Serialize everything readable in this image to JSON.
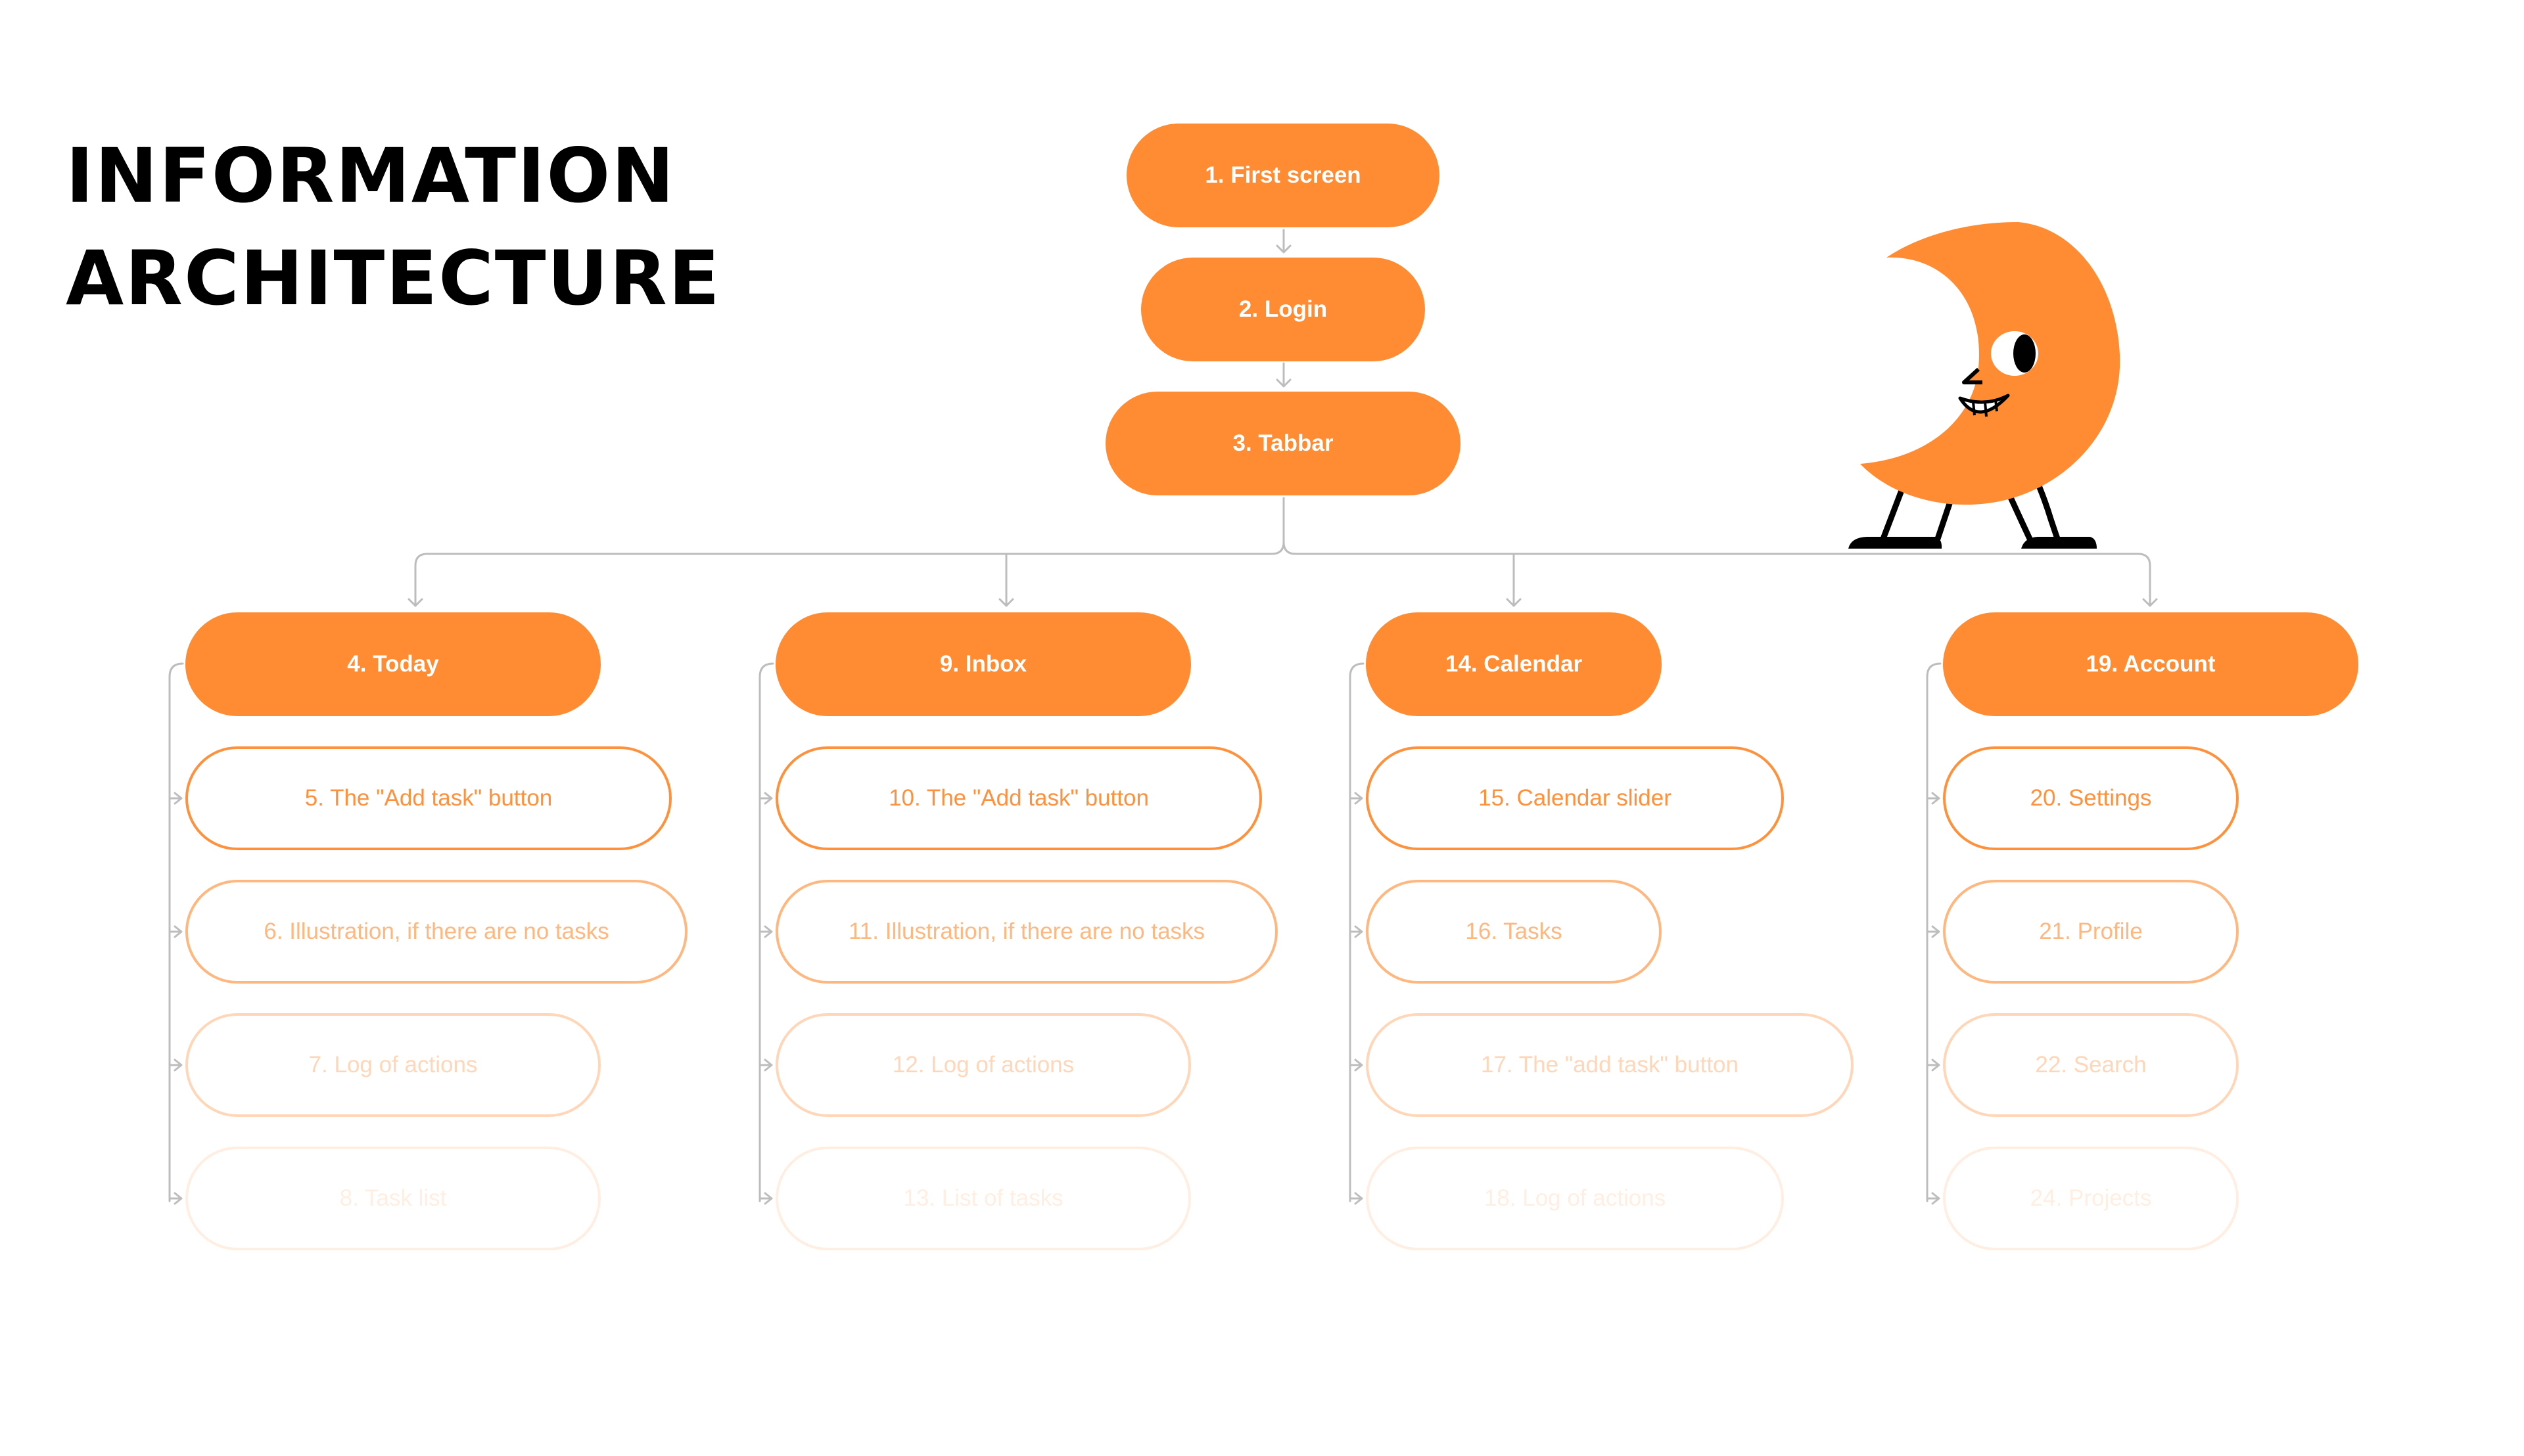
{
  "title": {
    "line1": "INFORMATION",
    "line2": "ARCHITECTURE"
  },
  "colors": {
    "accent": "#FF8C33",
    "connector": "#BDBDBD",
    "title": "#000000"
  },
  "flow": [
    {
      "label": "1. First screen"
    },
    {
      "label": "2. Login"
    },
    {
      "label": "3. Tabbar"
    }
  ],
  "sections": [
    {
      "label": "4. Today",
      "items": [
        "5. The \"Add task\" button",
        "6. Illustration, if there are no tasks",
        "7. Log of actions",
        "8. Task list"
      ]
    },
    {
      "label": "9. Inbox",
      "items": [
        "10. The \"Add task\" button",
        "11. Illustration, if there are no tasks",
        "12. Log of actions",
        "13. List of tasks"
      ]
    },
    {
      "label": "14. Calendar",
      "items": [
        "15. Calendar slider",
        "16. Tasks",
        "17. The \"add task\" button",
        "18. Log of actions"
      ]
    },
    {
      "label": "19. Account",
      "items": [
        "20. Settings",
        "21. Profile",
        "22. Search",
        "24. Projects"
      ]
    }
  ],
  "illustration": {
    "icon": "moon-mascot-icon"
  }
}
